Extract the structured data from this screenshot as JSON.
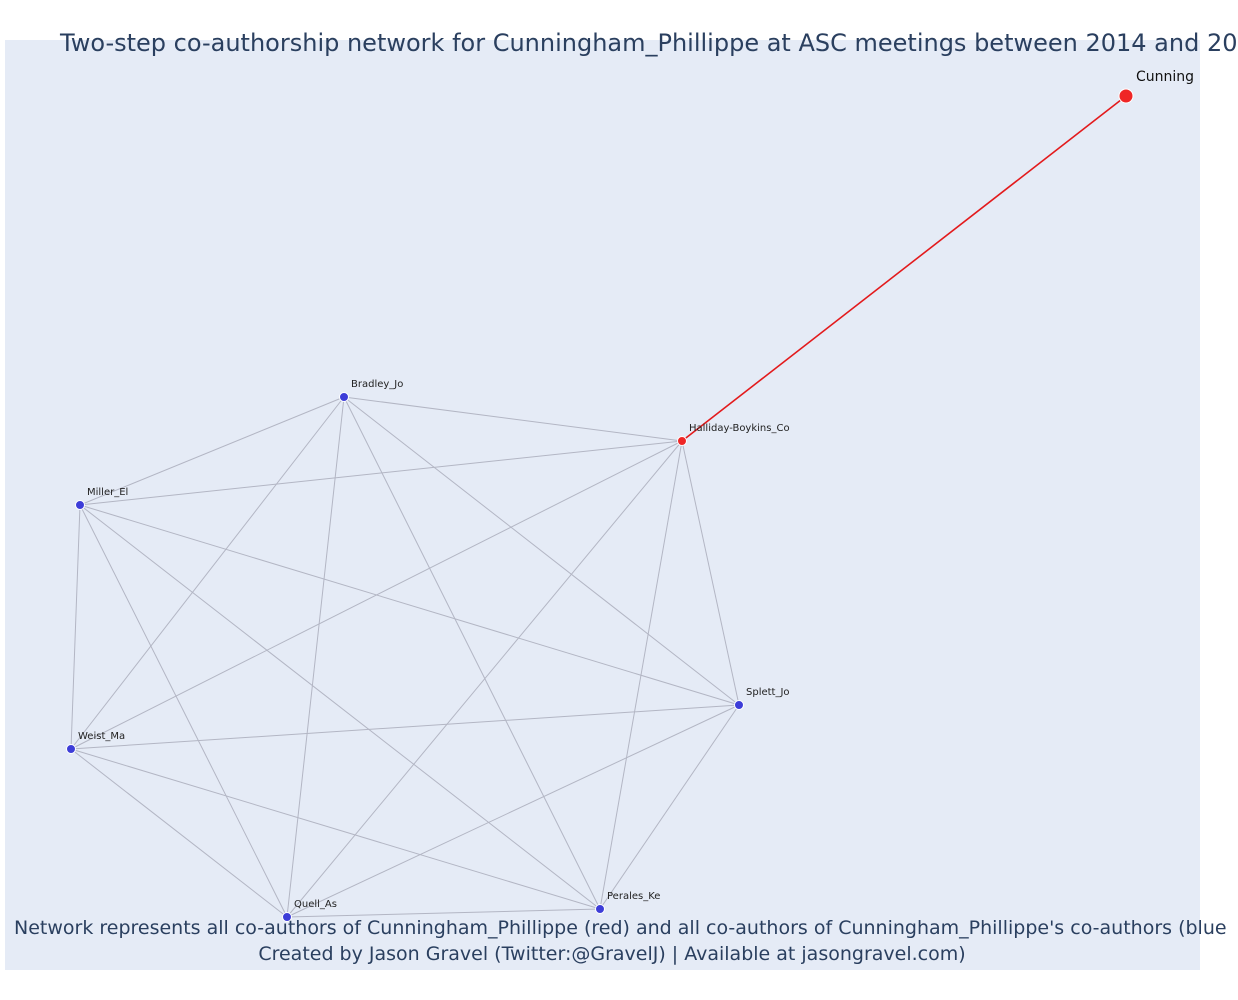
{
  "title": "Two-step co-authorship network for Cunningham_Phillippe at ASC meetings between 2014 and 20",
  "caption_line1": "Network represents all co-authors of Cunningham_Phillippe (red) and all co-authors of Cunningham_Phillippe's co-authors (blue",
  "caption_line2": "Created by Jason Gravel (Twitter:@GravelJ) | Available at jasongravel.com)",
  "colors": {
    "background": "#e5ebf6",
    "direct_coauthor": "#ef2626",
    "second_step": "#3d3dd8",
    "direct_edge": "#e31a1c",
    "other_edge": "#b3b6c4",
    "title": "#2a3f5f"
  },
  "nodes": [
    {
      "id": "Cunning",
      "label": "Cunning",
      "group": "ego"
    },
    {
      "id": "Halliday-Boykins_Co",
      "label": "Halliday-Boykins_Co",
      "group": "direct"
    },
    {
      "id": "Bradley_Jo",
      "label": "Bradley_Jo",
      "group": "second"
    },
    {
      "id": "Miller_El",
      "label": "Miller_El",
      "group": "second"
    },
    {
      "id": "Weist_Ma",
      "label": "Weist_Ma",
      "group": "second"
    },
    {
      "id": "Quell_As",
      "label": "Quell_As",
      "group": "second"
    },
    {
      "id": "Perales_Ke",
      "label": "Perales_Ke",
      "group": "second"
    },
    {
      "id": "Splett_Jo",
      "label": "Splett_Jo",
      "group": "second"
    }
  ],
  "edges": [
    {
      "source": "Cunning",
      "target": "Halliday-Boykins_Co",
      "type": "direct"
    },
    {
      "source": "Bradley_Jo",
      "target": "Halliday-Boykins_Co",
      "type": "other"
    },
    {
      "source": "Bradley_Jo",
      "target": "Miller_El",
      "type": "other"
    },
    {
      "source": "Bradley_Jo",
      "target": "Weist_Ma",
      "type": "other"
    },
    {
      "source": "Bradley_Jo",
      "target": "Quell_As",
      "type": "other"
    },
    {
      "source": "Bradley_Jo",
      "target": "Perales_Ke",
      "type": "other"
    },
    {
      "source": "Bradley_Jo",
      "target": "Splett_Jo",
      "type": "other"
    },
    {
      "source": "Halliday-Boykins_Co",
      "target": "Miller_El",
      "type": "other"
    },
    {
      "source": "Halliday-Boykins_Co",
      "target": "Weist_Ma",
      "type": "other"
    },
    {
      "source": "Halliday-Boykins_Co",
      "target": "Quell_As",
      "type": "other"
    },
    {
      "source": "Halliday-Boykins_Co",
      "target": "Perales_Ke",
      "type": "other"
    },
    {
      "source": "Halliday-Boykins_Co",
      "target": "Splett_Jo",
      "type": "other"
    },
    {
      "source": "Miller_El",
      "target": "Weist_Ma",
      "type": "other"
    },
    {
      "source": "Miller_El",
      "target": "Quell_As",
      "type": "other"
    },
    {
      "source": "Miller_El",
      "target": "Perales_Ke",
      "type": "other"
    },
    {
      "source": "Miller_El",
      "target": "Splett_Jo",
      "type": "other"
    },
    {
      "source": "Weist_Ma",
      "target": "Quell_As",
      "type": "other"
    },
    {
      "source": "Weist_Ma",
      "target": "Perales_Ke",
      "type": "other"
    },
    {
      "source": "Weist_Ma",
      "target": "Splett_Jo",
      "type": "other"
    },
    {
      "source": "Quell_As",
      "target": "Perales_Ke",
      "type": "other"
    },
    {
      "source": "Quell_As",
      "target": "Splett_Jo",
      "type": "other"
    },
    {
      "source": "Perales_Ke",
      "target": "Splett_Jo",
      "type": "other"
    }
  ]
}
